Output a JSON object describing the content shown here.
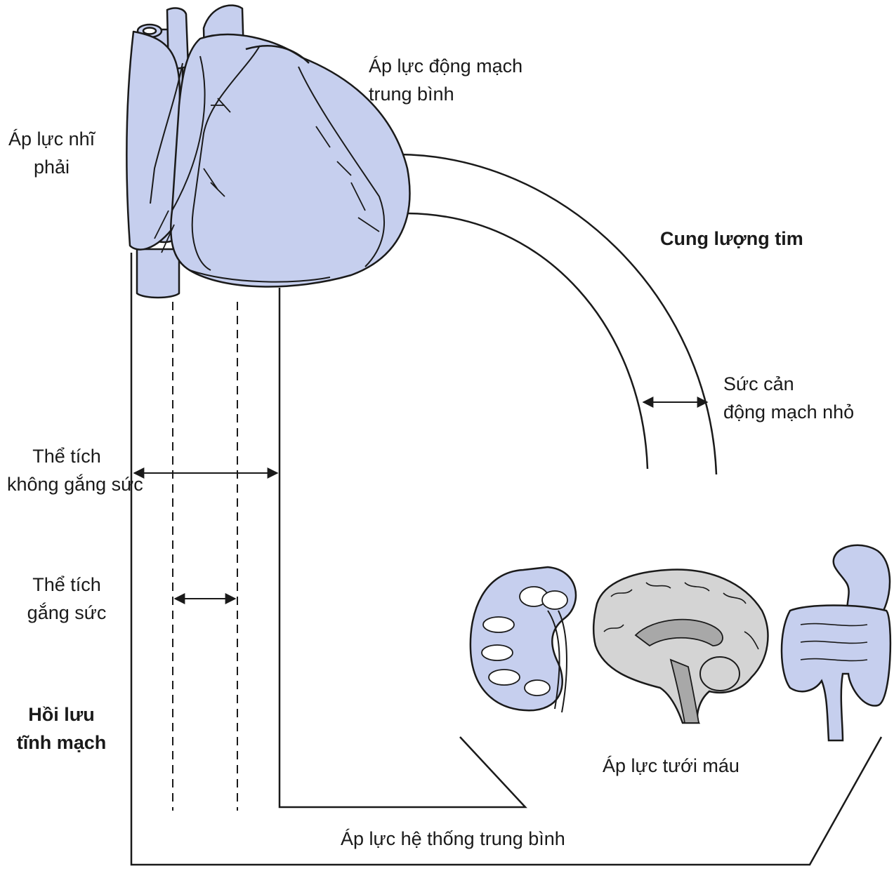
{
  "labels": {
    "right_atrial_pressure": [
      "Áp lực nhĩ",
      "phải"
    ],
    "mean_arterial_pressure": [
      "Áp lực động mạch",
      "trung bình"
    ],
    "cardiac_output": "Cung lượng tim",
    "arteriolar_resistance": [
      "Sức cản",
      "động mạch nhỏ"
    ],
    "unstressed_volume": [
      "Thể tích",
      "không gắng sức"
    ],
    "stressed_volume": [
      "Thể tích",
      "gắng sức"
    ],
    "venous_return": [
      "Hồi lưu",
      "tĩnh mạch"
    ],
    "perfusion_pressure": "Áp lực tưới máu",
    "mean_systemic_pressure": "Áp lực hệ thống trung bình"
  },
  "colors": {
    "organ_fill": "#c6cfee",
    "brain_fill": "#d4d4d4",
    "brain_dark": "#a8a8a8",
    "line": "#1a1a1a"
  },
  "icons": [
    "heart-icon",
    "kidney-icon",
    "brain-icon",
    "digestive-tract-icon"
  ]
}
